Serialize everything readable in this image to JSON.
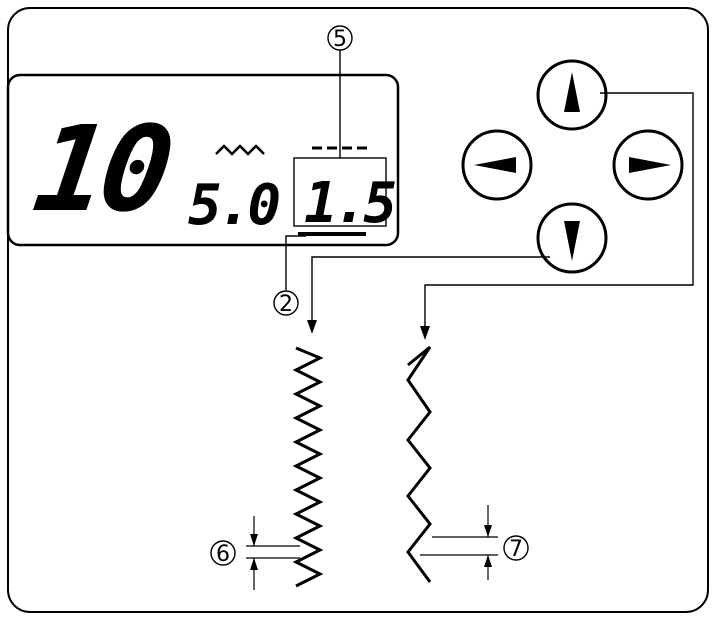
{
  "lcd": {
    "pattern_number": "10",
    "stitch_width": "5.0",
    "stitch_length": "1.5"
  },
  "buttons": {
    "up_icon": "triangle-up-icon",
    "down_icon": "triangle-down-icon",
    "left_icon": "triangle-left-icon",
    "right_icon": "triangle-right-icon"
  },
  "callouts": {
    "c2": "2",
    "c5": "5",
    "c6": "6",
    "c7": "7"
  }
}
